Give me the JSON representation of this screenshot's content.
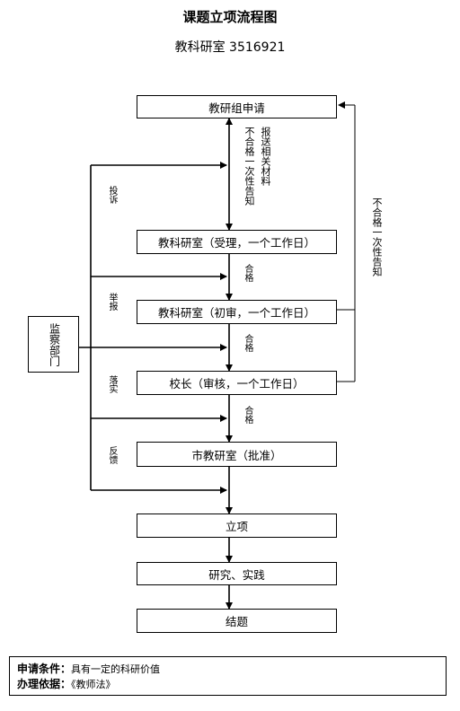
{
  "header": {
    "title": "课题立项流程图",
    "subtitle": "教科研室  3516921"
  },
  "boxes": {
    "apply": "教研组申请",
    "accept": "教科研室（受理，一个工作日）",
    "first_review": "教科研室（初审，一个工作日）",
    "principal": "校长（审核，一个工作日）",
    "city": "市教研室（批准）",
    "establish": "立项",
    "research": "研究、实践",
    "conclude": "结题",
    "supervise": "监察部门"
  },
  "labels": {
    "send_materials": "报送相关材料",
    "fail_notice_left": "不合格一次性告知",
    "fail_notice_right": "不合格一次性告知",
    "pass1": "合格",
    "pass2": "合格",
    "pass3": "合格",
    "complaint": "投诉",
    "report": "举报",
    "implement": "落实",
    "feedback": "反馈"
  },
  "footer": {
    "condition_label": "申请条件：",
    "condition_value": "具有一定的科研价值",
    "basis_label": "办理依据：",
    "basis_value": "《教师法》"
  }
}
